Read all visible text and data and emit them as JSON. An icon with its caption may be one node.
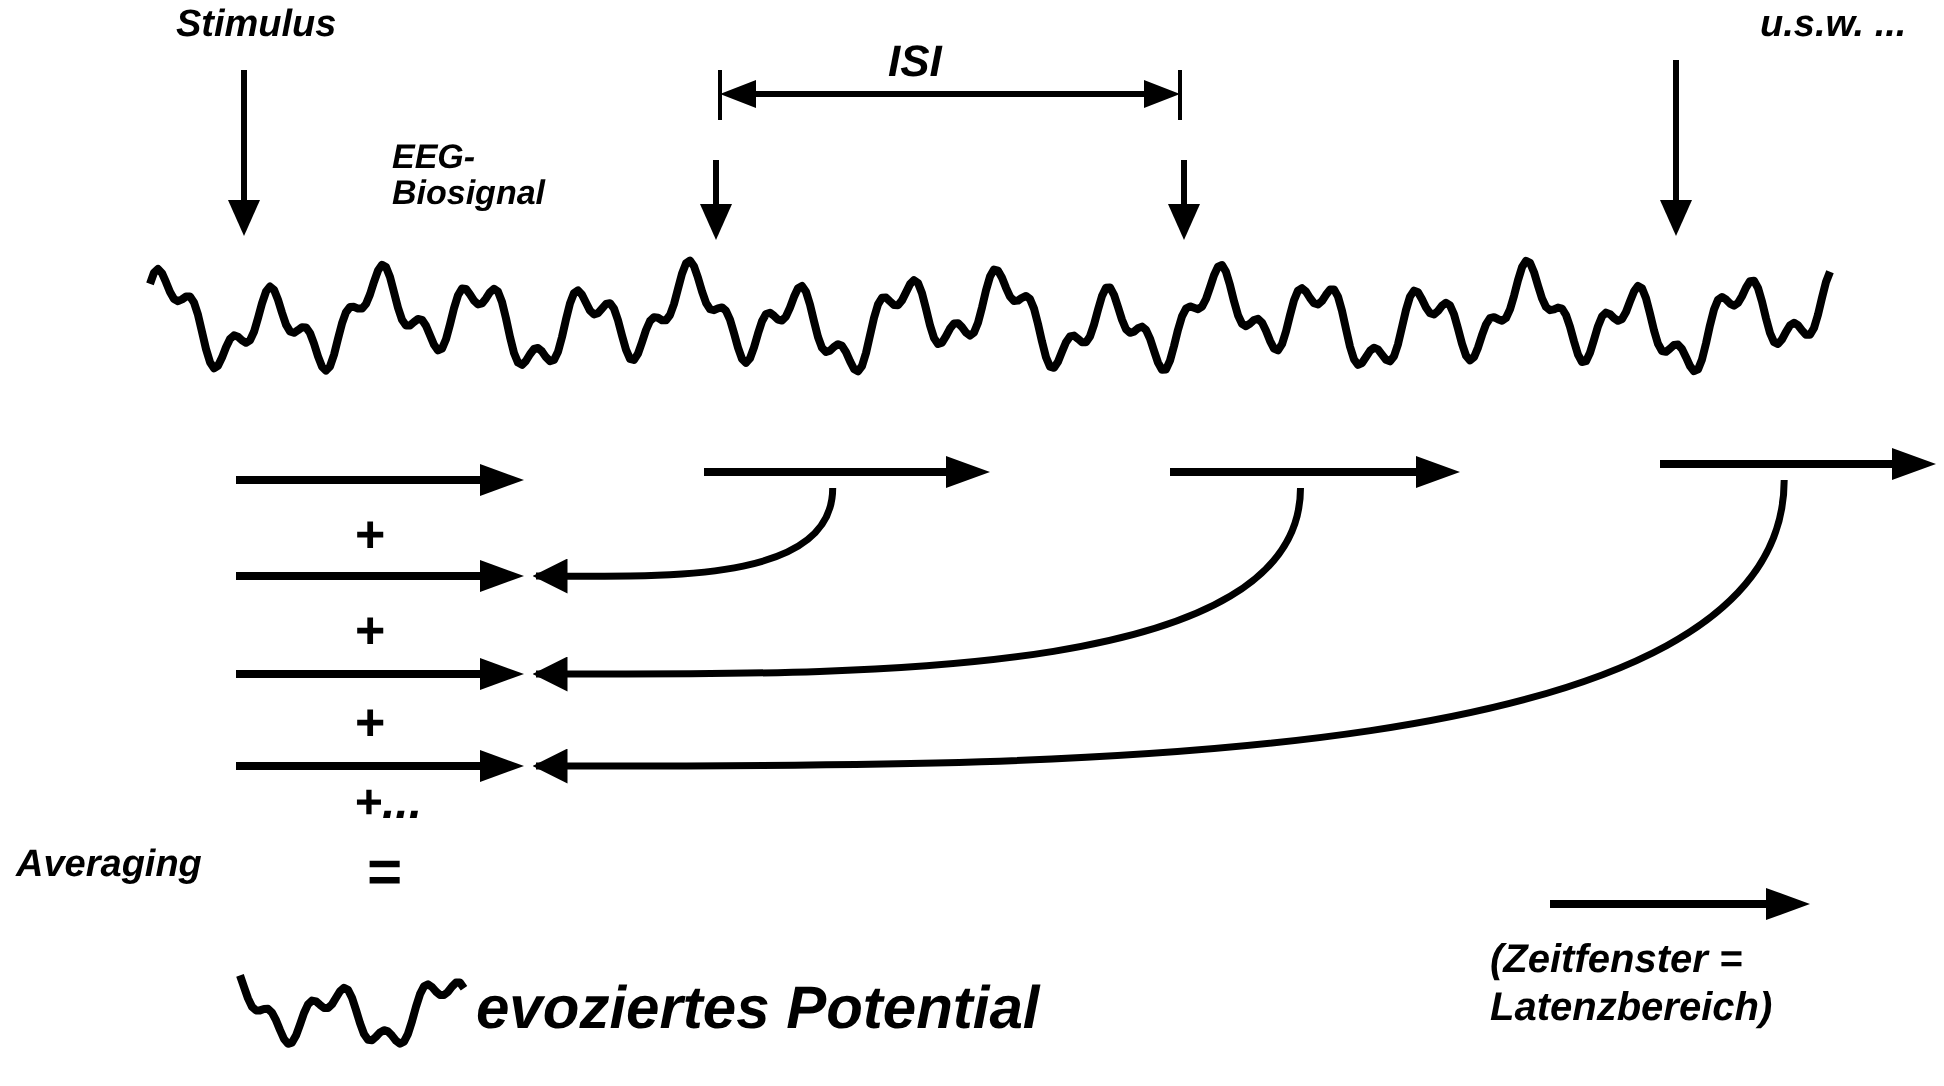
{
  "diagram": {
    "nodes": [
      {
        "text": [],
        "shape": "arrow"
      },
      {
        "text": [],
        "shape": "arrow"
      },
      {
        "text": [],
        "shape": "arrow"
      },
      {
        "text": [],
        "shape": "arrow"
      },
      {
        "text": [],
        "shape": "arrow"
      },
      {
        "text": [],
        "shape": "arrow"
      },
      {
        "text": [],
        "shape": "arrow"
      }
    ],
    "edges": [
      {
        "from": 1,
        "to": 4,
        "arrow": "to"
      },
      {
        "from": 2,
        "to": 5,
        "arrow": "to"
      },
      {
        "from": 3,
        "to": 6,
        "arrow": "to"
      }
    ],
    "labels": [
      "Stimulus",
      "ISI",
      "u.s.w. ...",
      "EEG- Biosignal",
      "+",
      "+",
      "+",
      "+...",
      "Averaging",
      "=",
      "evoziertes Potential"
    ],
    "legend": [
      {
        "text": "(Zeitfenster = Latenzbereich)"
      }
    ]
  }
}
